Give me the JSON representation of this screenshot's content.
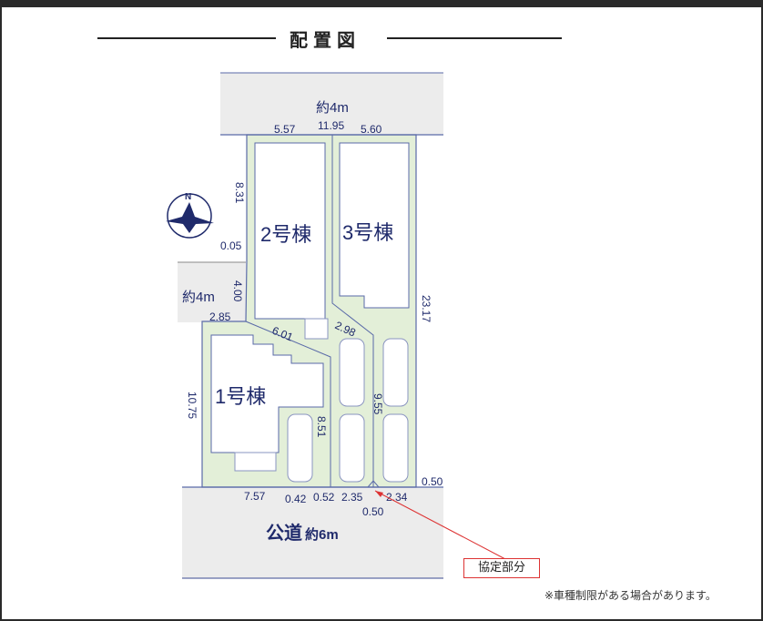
{
  "title": "配置図",
  "roads": {
    "north": "約4m",
    "west": "約4m",
    "south_name": "公道",
    "south_width": "約6m"
  },
  "buildings": [
    {
      "label": "1号棟"
    },
    {
      "label": "2号棟"
    },
    {
      "label": "3号棟"
    }
  ],
  "dimensions": {
    "top_left": "5.57",
    "top_total": "11.95",
    "top_right": "5.60",
    "left_upper": "8.31",
    "offset": "0.05",
    "left_mid": "4.00",
    "step": "2.85",
    "left_lower": "10.75",
    "diag1": "6.01",
    "diag2": "2.98",
    "right": "23.17",
    "mid1": "8.51",
    "mid2": "9.55",
    "bottom1": "7.57",
    "bottom2": "0.42",
    "bottom3": "0.52",
    "bottom4": "2.35",
    "bottom5": "2.34",
    "corner_cut1": "0.50",
    "corner_cut2": "0.50"
  },
  "compass": {
    "label": "N"
  },
  "agreement_label": "協定部分",
  "note": "※車種制限がある場合があります。",
  "colors": {
    "lot": "#e3efd8",
    "road": "#ececec",
    "line": "#5a6aa8",
    "text": "#1f2a6b",
    "callout": "#dd3333"
  }
}
